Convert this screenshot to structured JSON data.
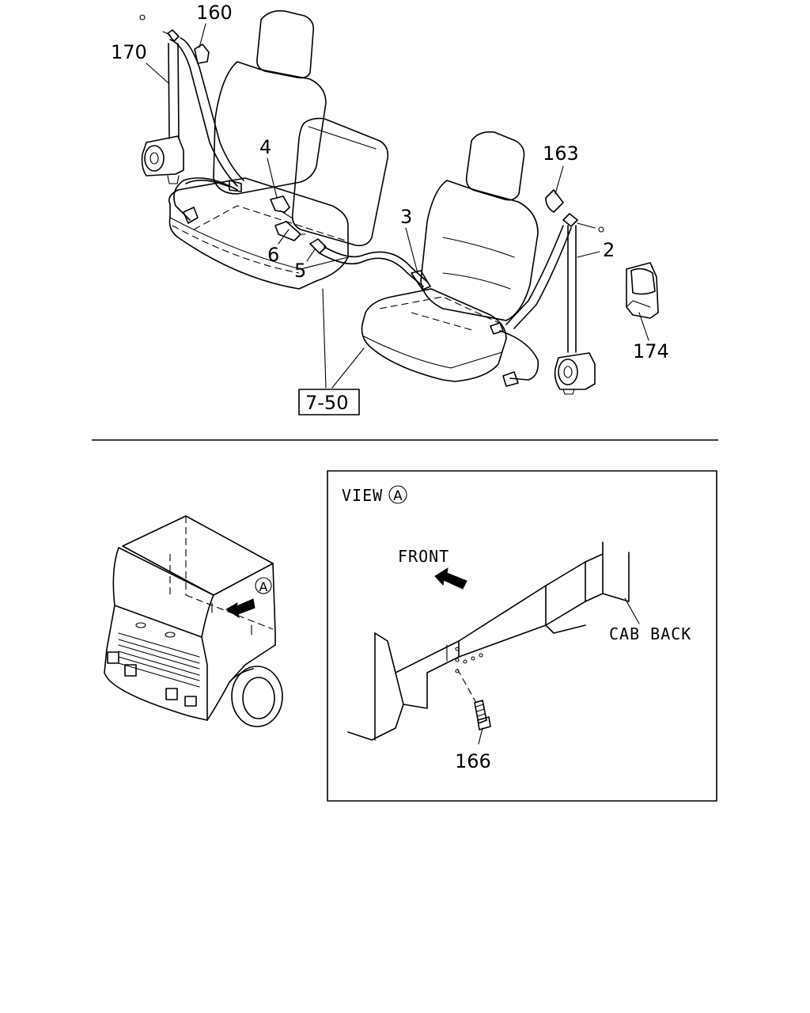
{
  "callouts": {
    "p160": "160",
    "p170": "170",
    "p4": "4",
    "p6": "6",
    "p5": "5",
    "p3": "3",
    "p163": "163",
    "p2": "2",
    "p174": "174",
    "ref": "7-50",
    "p166": "166"
  },
  "view": {
    "title": "VIEW",
    "marker": "A",
    "front": "FRONT",
    "cab_back": "CAB BACK"
  },
  "truck": {
    "marker": "A"
  }
}
